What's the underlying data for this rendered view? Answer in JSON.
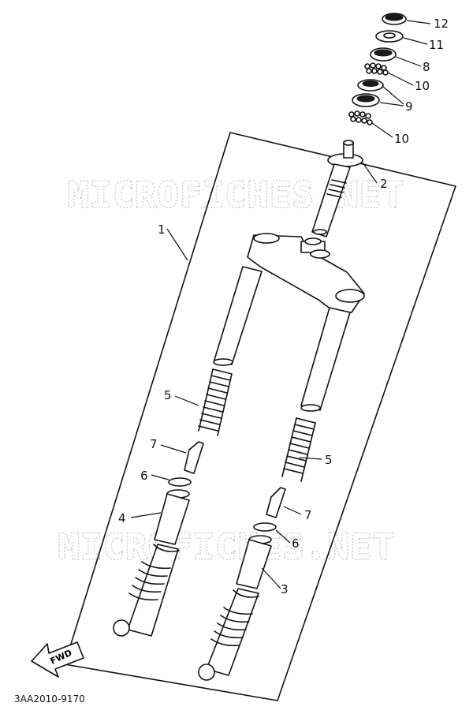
{
  "diagram": {
    "part_code": "3AA2010-9170",
    "watermark": "MICROFICHES.NET",
    "fwd_label": "FWD",
    "callouts": [
      {
        "id": "c12",
        "label": "12"
      },
      {
        "id": "c11",
        "label": "11"
      },
      {
        "id": "c8",
        "label": "8"
      },
      {
        "id": "c10a",
        "label": "10"
      },
      {
        "id": "c9",
        "label": "9"
      },
      {
        "id": "c10b",
        "label": "10"
      },
      {
        "id": "c2",
        "label": "2"
      },
      {
        "id": "c1",
        "label": "1"
      },
      {
        "id": "c5a",
        "label": "5"
      },
      {
        "id": "c5b",
        "label": "5"
      },
      {
        "id": "c7a",
        "label": "7"
      },
      {
        "id": "c7b",
        "label": "7"
      },
      {
        "id": "c6a",
        "label": "6"
      },
      {
        "id": "c6b",
        "label": "6"
      },
      {
        "id": "c4",
        "label": "4"
      },
      {
        "id": "c3",
        "label": "3"
      }
    ]
  }
}
